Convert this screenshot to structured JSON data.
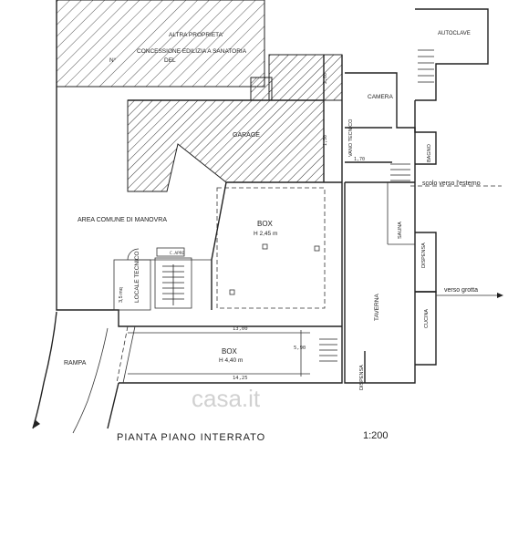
{
  "title": "PIANTA PIANO INTERRATO",
  "scale": "1:200",
  "watermark": "casa.it",
  "top_labels": {
    "altra_proprieta": "ALTRA PROPRIETA'",
    "concessione": "CONCESSIONE EDILIZIA A SANATORIA",
    "numero": "N°",
    "del": "DEL"
  },
  "rooms": {
    "garage": "GARAGE",
    "area_comune": "AREA COMUNE DI MANOVRA",
    "box1": "BOX",
    "box1_h": "H 2,45 m",
    "box2": "BOX",
    "box2_h": "H 4,40 m",
    "locale_tecnico": "LOCALE TECNICO",
    "locale_area": "3,5 mq",
    "rampa": "RAMPA",
    "camera": "CAMERA",
    "vano_tecnico": "VANO TECNICO",
    "bagno": "BAGNO",
    "autoclave": "AUTOCLAVE",
    "sauna": "SAUNA",
    "taverna": "TAVERNA",
    "dispensa_1": "DISPENSA",
    "dispensa_2": "DISPENSA",
    "cucina": "CUCINA",
    "cavedio": "C.APRO"
  },
  "notes": {
    "scolo": "scolo verso l'esterno",
    "grotta": "verso grotta"
  },
  "dimensions": {
    "d1": "13,00",
    "d2": "14,25",
    "d3": "5,90",
    "d4": "1,70",
    "d5": "2,60",
    "d6": "1,50"
  }
}
